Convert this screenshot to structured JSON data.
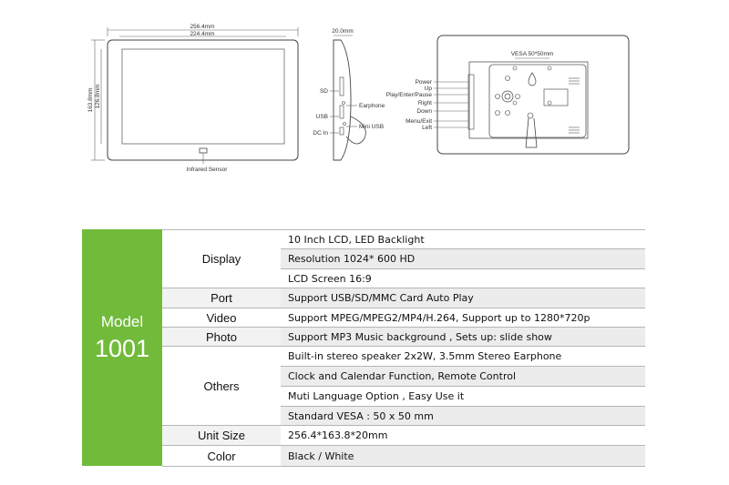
{
  "drawing": {
    "front_width_outer": "256.4mm",
    "front_width_inner": "224.4mm",
    "front_height_outer": "163.8mm",
    "front_height_inner": "126.8mm",
    "infrared_label": "Infrared Sensor",
    "side_depth": "20.0mm",
    "side_labels": {
      "sd": "SD",
      "usb": "USB",
      "dcin": "DC In",
      "earphone": "Earphone",
      "mini_usb": "Mini USB"
    },
    "vesa_label": "VESA 50*50mm",
    "button_labels": [
      "Power",
      "Up",
      "Play/Enter/Pause",
      "Right",
      "Down",
      "Menu/Exit",
      "Left"
    ]
  },
  "spec": {
    "model_label": "Model",
    "model_number": "1001",
    "categories": {
      "display": "Display",
      "port": "Port",
      "video": "Video",
      "photo": "Photo",
      "others": "Others",
      "unit_size": "Unit Size",
      "color": "Color"
    },
    "rows": [
      "10 Inch LCD, LED Backlight",
      "Resolution  1024* 600 HD",
      "LCD Screen 16:9",
      "Support USB/SD/MMC Card Auto Play",
      "Support MPEG/MPEG2/MP4/H.264, Support up to 1280*720p",
      "Support MP3 Music background , Sets up: slide show",
      "Built-in stereo speaker 2x2W,  3.5mm Stereo Earphone",
      "Clock and Calendar Function, Remote Control",
      "Muti Language Option , Easy Use it",
      "Standard VESA : 50 x 50 mm",
      "256.4*163.8*20mm",
      "Black / White"
    ]
  }
}
